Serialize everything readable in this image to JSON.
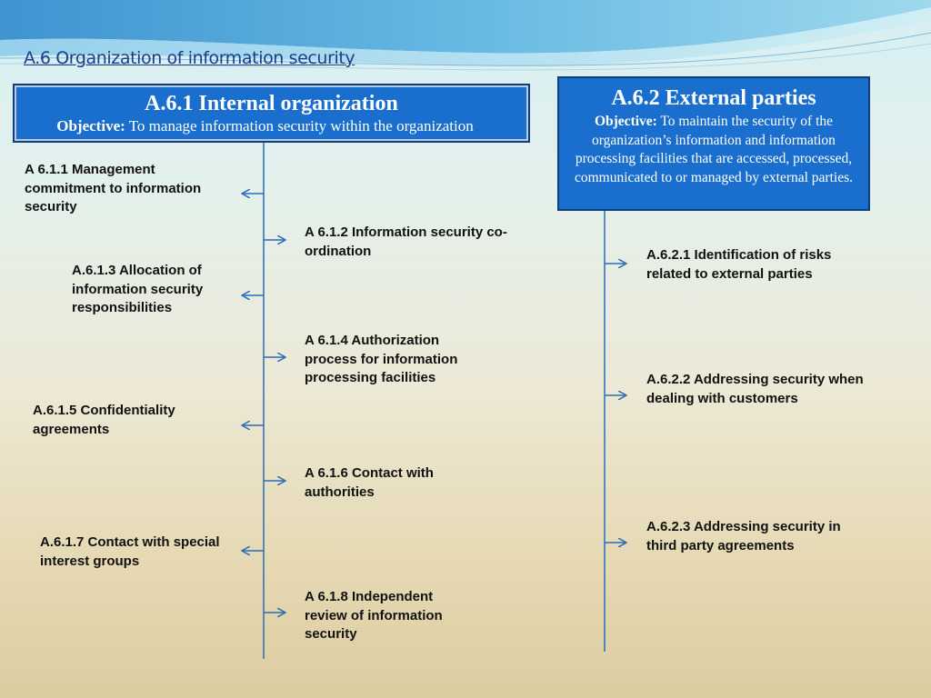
{
  "title": "A.6 Organization of information security",
  "internal": {
    "heading": "A.6.1 Internal organization",
    "objective_label": "Objective:",
    "objective_text": " To manage information security within the organization",
    "left_items": [
      "A 6.1.1 Management commitment to information security",
      "A.6.1.3 Allocation of information security responsibilities",
      "A.6.1.5 Confidentiality agreements",
      "A.6.1.7 Contact with special interest groups"
    ],
    "right_items": [
      "A 6.1.2 Information security co-ordination",
      "A 6.1.4 Authorization process for information processing facilities",
      "A 6.1.6 Contact with authorities",
      "A 6.1.8 Independent review of information security"
    ]
  },
  "external": {
    "heading": "A.6.2 External parties",
    "objective_label": "Objective:",
    "objective_text": " To maintain the security of the organization’s information and information processing facilities that are accessed, processed, communicated to or managed by external parties.",
    "items": [
      "A.6.2.1 Identification of risks related to external parties",
      "A.6.2.2 Addressing security when dealing with customers",
      "A.6.2.3 Addressing security in third party agreements"
    ]
  },
  "colors": {
    "box_fill": "#1a6fce",
    "line": "#2a6cb5",
    "title_text": "#1a3e8a"
  }
}
